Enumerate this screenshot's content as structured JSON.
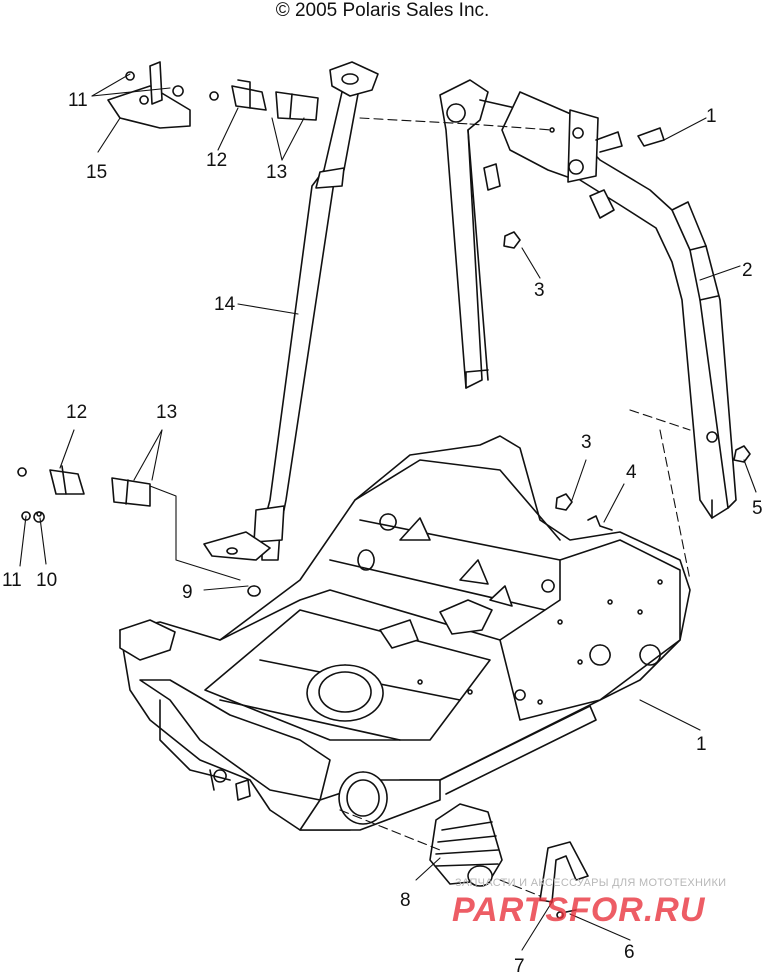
{
  "copyright": "© 2005 Polaris Sales Inc.",
  "watermark": {
    "tagline": "ЗАПЧАСТИ И АКСЕССУАРЫ ДЛЯ МОТОТЕХНИКИ",
    "logo": "PARTSFOR.RU",
    "color": "#e8303a"
  },
  "callouts": {
    "c1_top": "1",
    "c2": "2",
    "c3_top": "3",
    "c3_mid": "3",
    "c4": "4",
    "c5": "5",
    "c1_bottom": "1",
    "c6": "6",
    "c7": "7",
    "c8": "8",
    "c9": "9",
    "c10": "10",
    "c11_left": "11",
    "c11_top": "11",
    "c12_top": "12",
    "c12_left": "12",
    "c13_top": "13",
    "c13_left": "13",
    "c14": "14",
    "c15": "15"
  }
}
